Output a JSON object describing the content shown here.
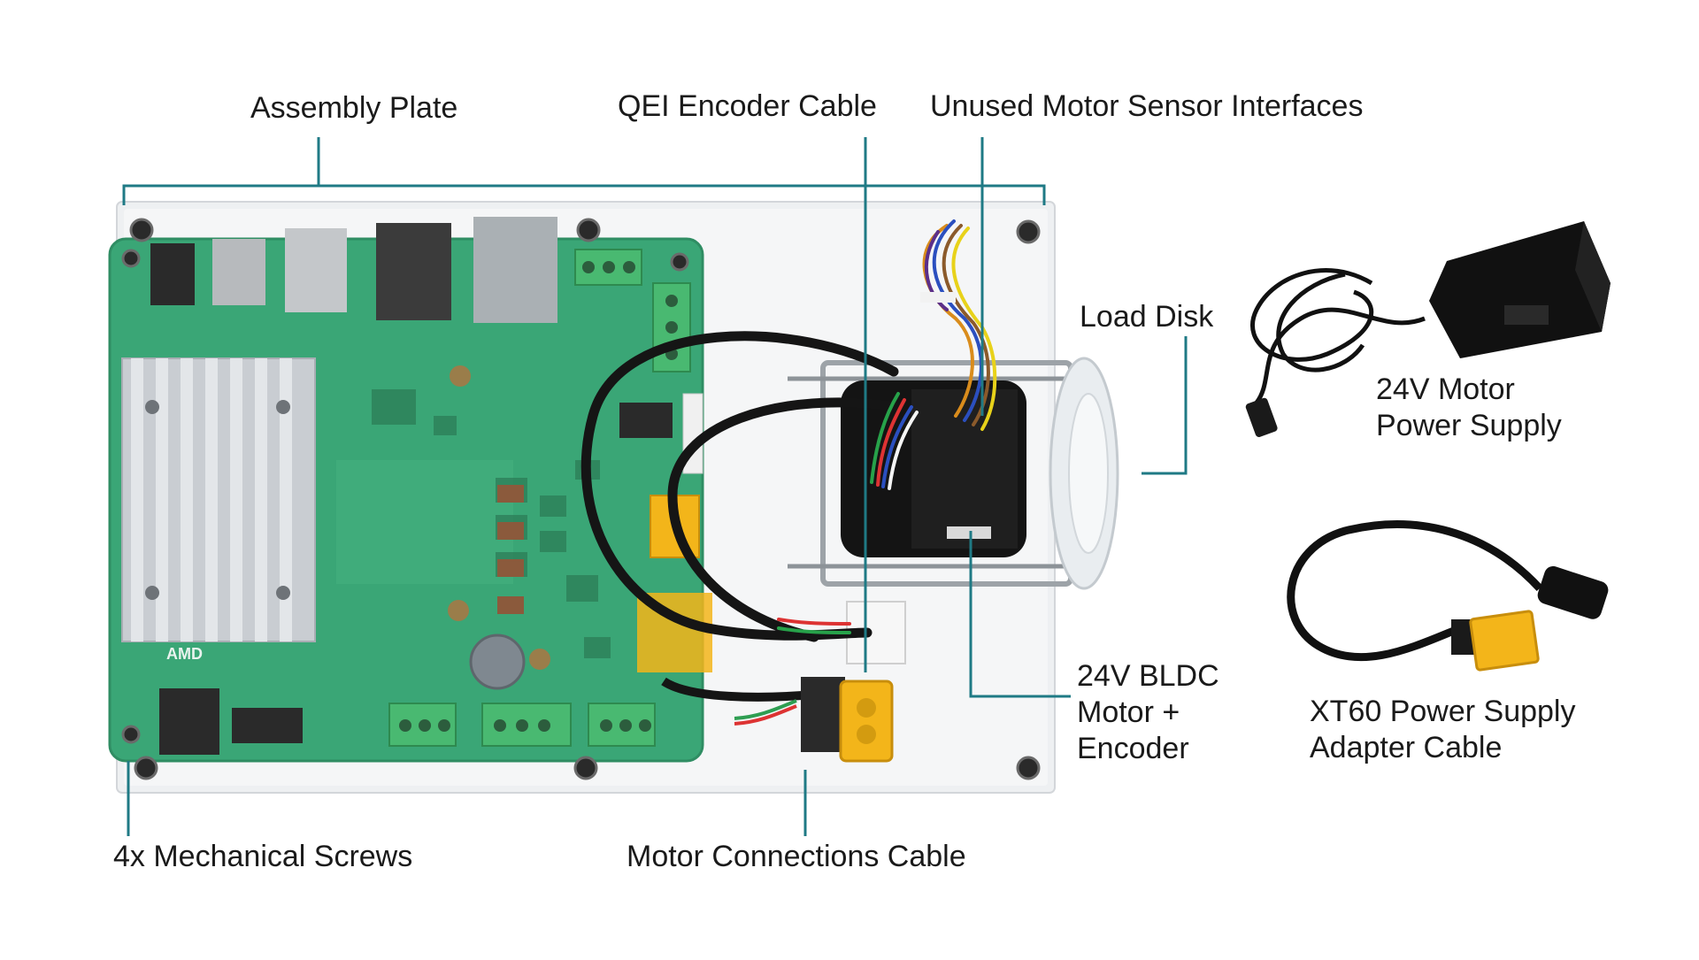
{
  "colors": {
    "leader": "#1f7a85",
    "pcb": "#3aa676",
    "plate": "#eef0f2",
    "heatsink": "#c9cdd2",
    "terminal": "#49b971",
    "xt60": "#f3b51a",
    "motor": "#141414"
  },
  "labels": {
    "assembly_plate": "Assembly Plate",
    "qei_encoder_cable": "QEI Encoder Cable",
    "unused_sensor_interfaces": "Unused Motor Sensor Interfaces",
    "load_disk": "Load Disk",
    "power_supply": [
      "24V Motor",
      "Power Supply"
    ],
    "bldc_motor": [
      "24V BLDC",
      "Motor +",
      "Encoder"
    ],
    "adapter_cable": [
      "XT60 Power Supply",
      "Adapter Cable"
    ],
    "screws": "4x Mechanical Screws",
    "motor_connections_cable": "Motor Connections Cable"
  },
  "board_marking": "AMD"
}
